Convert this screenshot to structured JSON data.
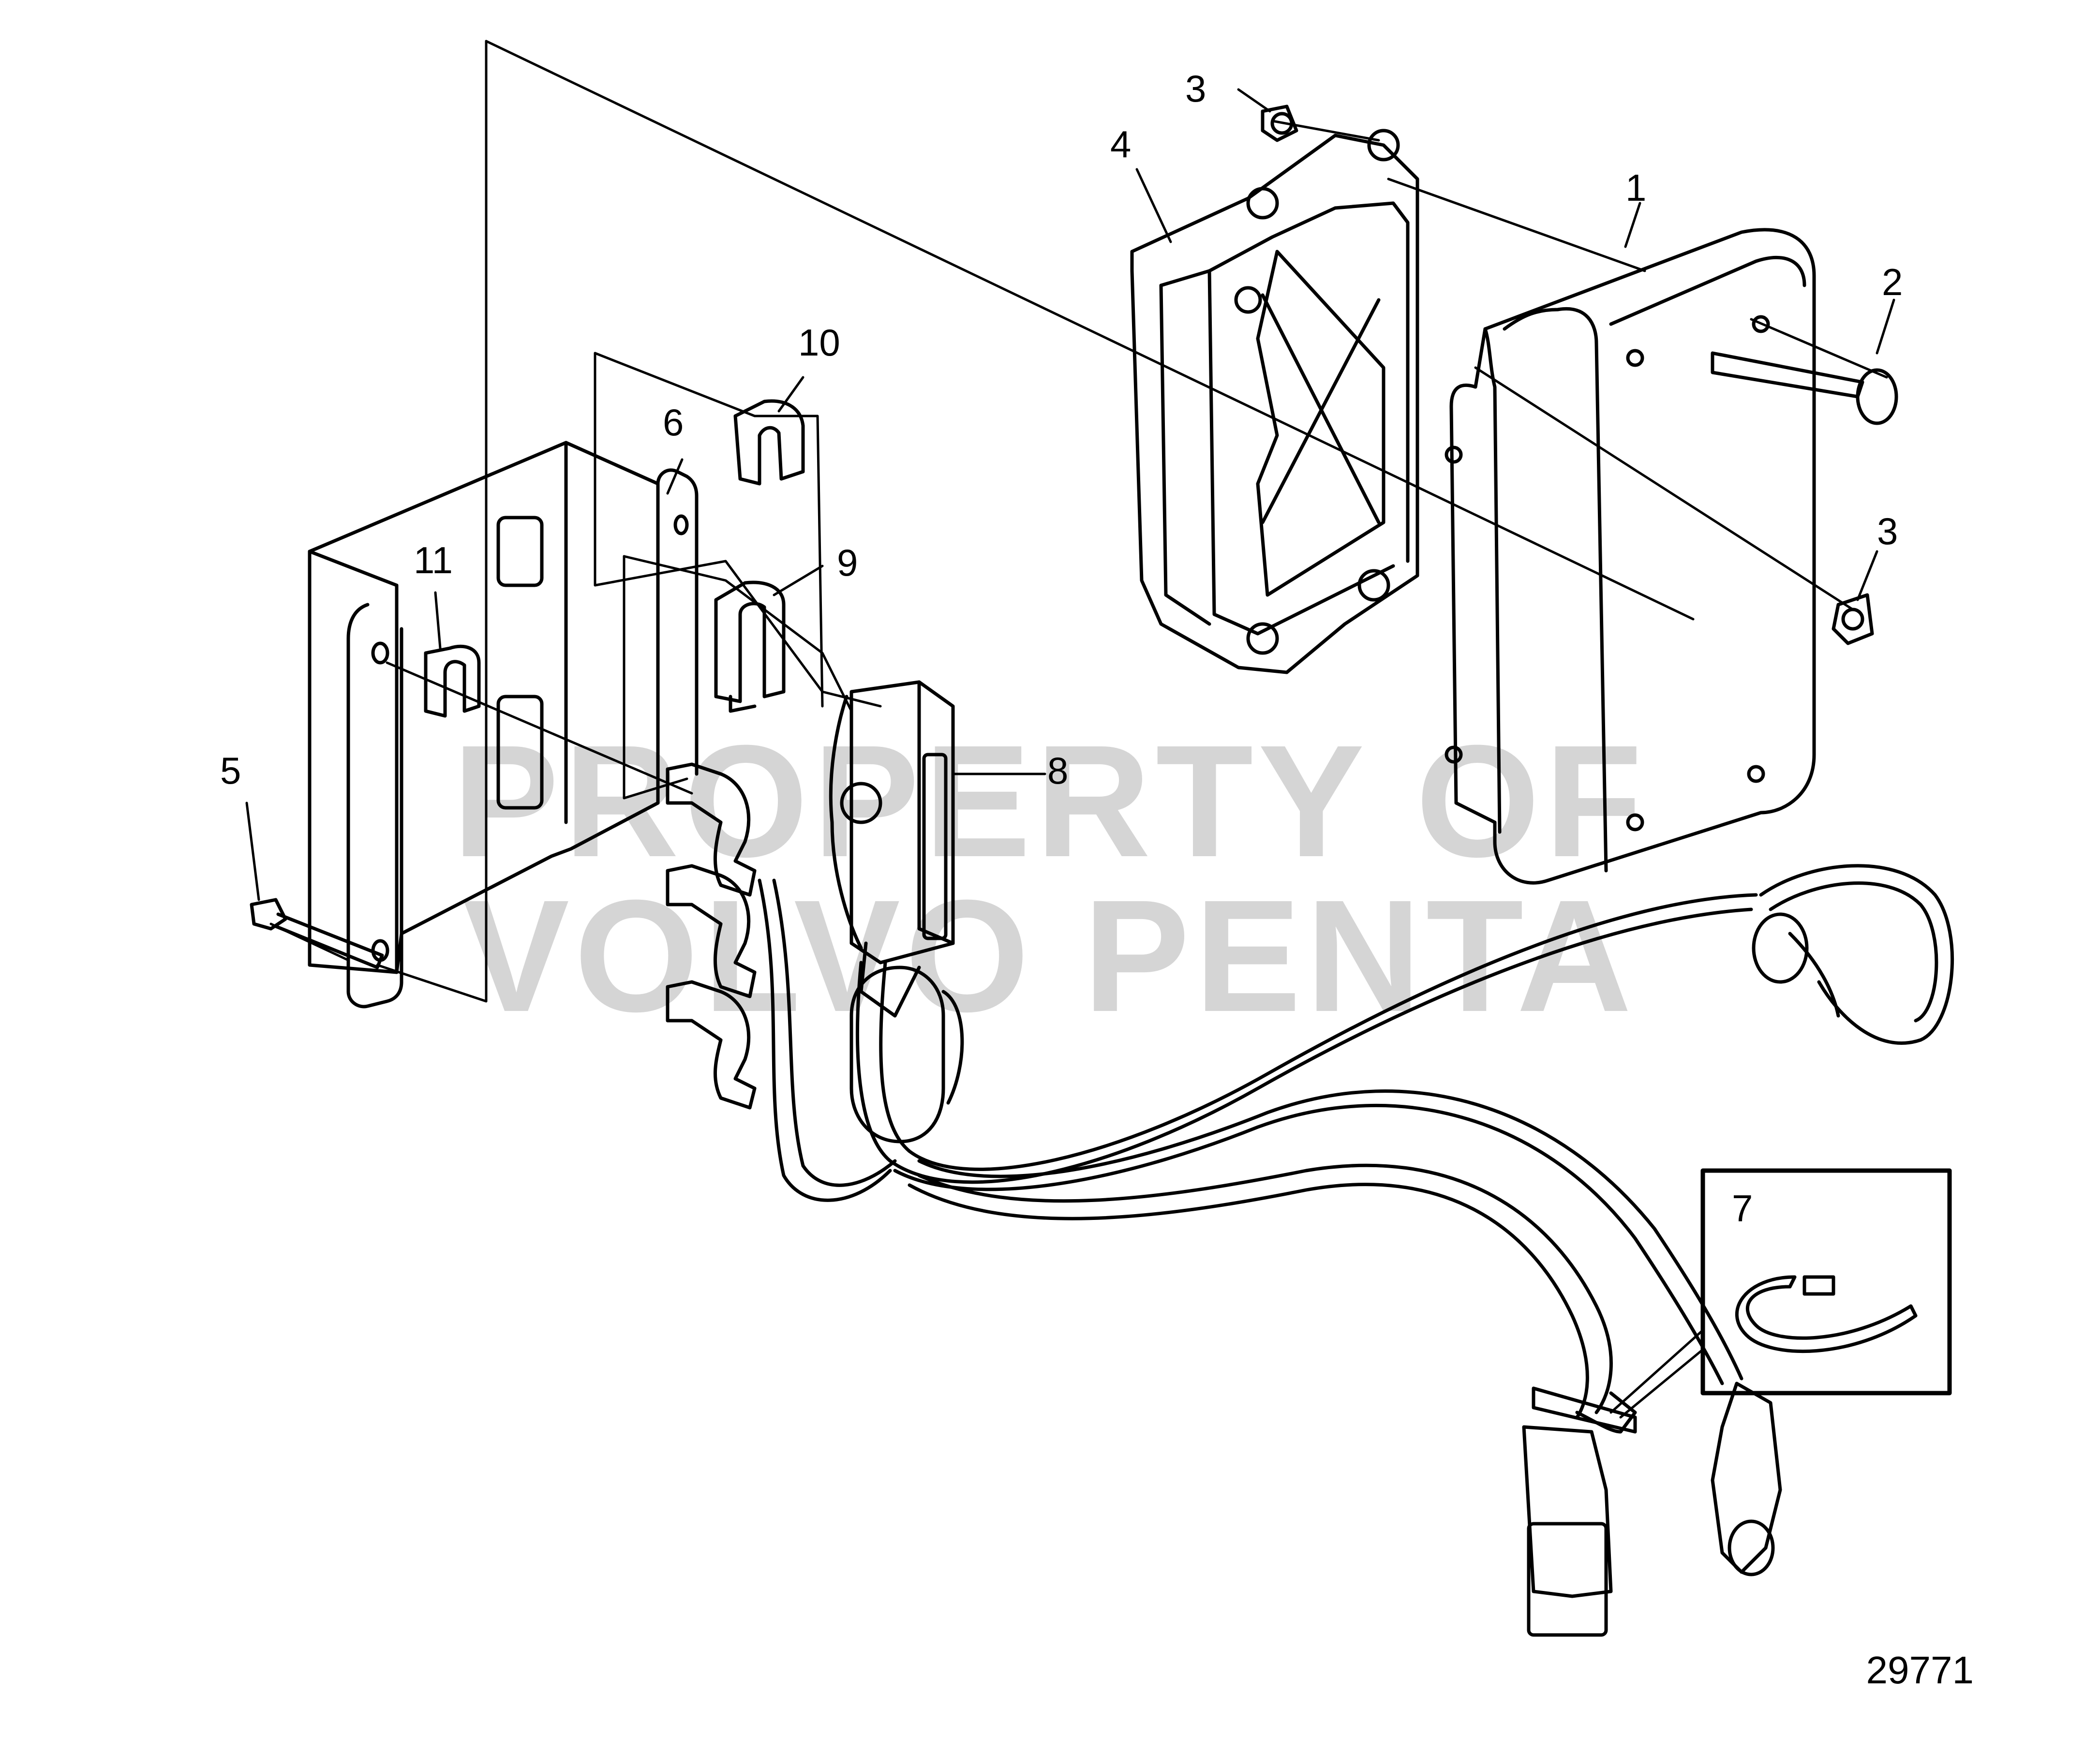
{
  "diagram": {
    "figure_number": "29771",
    "watermark": [
      "PROPERTY OF",
      "VOLVO PENTA"
    ],
    "callouts": {
      "c1": "1",
      "c2": "2",
      "c3a": "3",
      "c3b": "3",
      "c4": "4",
      "c5": "5",
      "c6": "6",
      "c7": "7",
      "c8": "8",
      "c9": "9",
      "c10": "10",
      "c11": "11"
    },
    "line_color": "#000000",
    "watermark_color": "#bdbdbd"
  }
}
